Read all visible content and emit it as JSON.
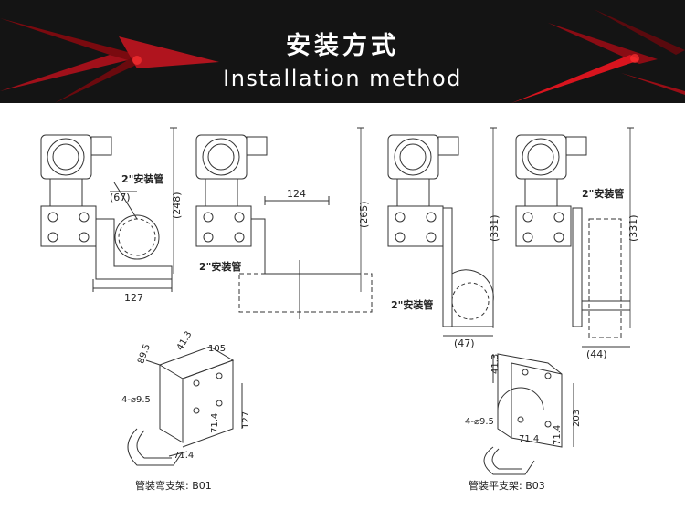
{
  "banner": {
    "title_zh": "安装方式",
    "title_en": "Installation method"
  },
  "diagrams": {
    "d1": {
      "pipe_label": "2\"安装管",
      "dim_offset": "(67)",
      "dim_height": "(248)",
      "dim_width": "127"
    },
    "d2": {
      "pipe_label": "2\"安装管",
      "dim_span": "124",
      "dim_height": "(265)"
    },
    "d3": {
      "pipe_label": "2\"安装管",
      "dim_height": "(331)",
      "dim_offset": "(47)"
    },
    "d4": {
      "pipe_label": "2\"安装管",
      "dim_height": "(331)",
      "dim_offset": "(44)"
    }
  },
  "bracket_b01": {
    "caption": "管装弯支架: B01",
    "dims": [
      "89.5",
      "41.3",
      "105",
      "4-⌀9.5",
      "71.4",
      "127",
      "71.4"
    ]
  },
  "bracket_b03": {
    "caption": "管装平支架: B03",
    "dims": [
      "41.3",
      "4-⌀9.5",
      "71.4",
      "71.4",
      "203"
    ]
  },
  "colors": {
    "banner_bg": "#141414",
    "accent_red": "#d8141e",
    "line": "#333333"
  }
}
